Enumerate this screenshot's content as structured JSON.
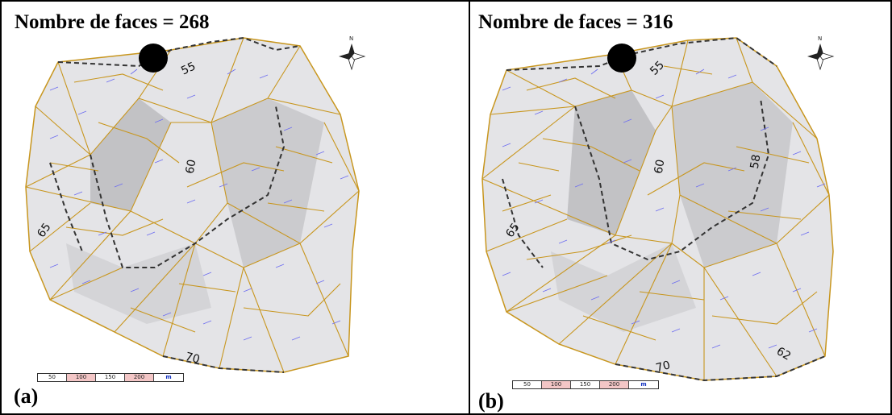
{
  "panels": [
    {
      "id": "a",
      "title": "Nombre de faces = 268",
      "caption": "(a)",
      "contours": [
        "55",
        "60",
        "65",
        "70"
      ]
    },
    {
      "id": "b",
      "title": "Nombre de faces = 316",
      "caption": "(b)",
      "contours": [
        "55",
        "60",
        "58",
        "65",
        "70",
        "62"
      ]
    }
  ],
  "compass": {
    "north_label": "N"
  },
  "scale_bar": {
    "labels": [
      "50",
      "100",
      "150",
      "200",
      "m"
    ]
  },
  "colors": {
    "mesh_edge": "#c8961e",
    "flow_arrow": "#6e6ef0",
    "contour": "#333333",
    "shade": "#b9b9bd"
  }
}
